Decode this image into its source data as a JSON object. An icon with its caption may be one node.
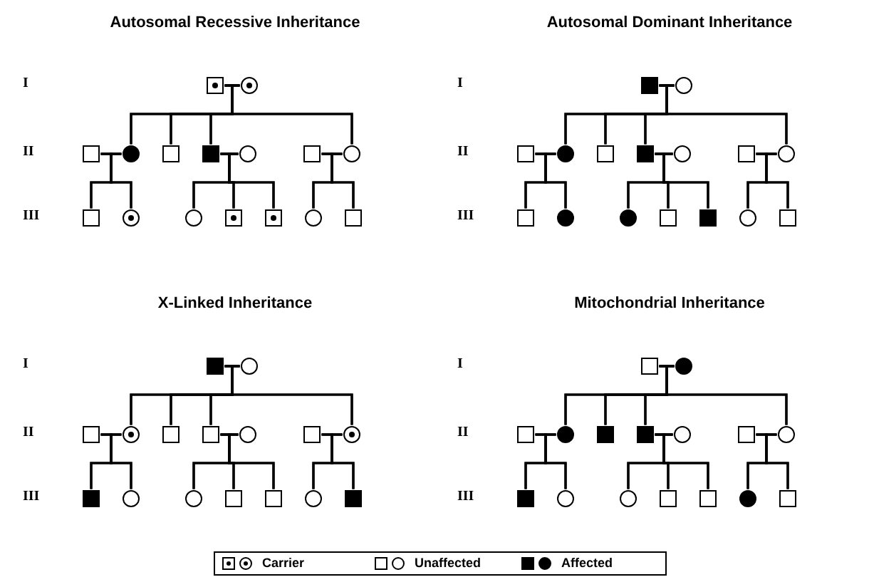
{
  "diagram": {
    "nodes": [
      {
        "text": [],
        "shape": "box"
      },
      {
        "text": [],
        "shape": "circle"
      },
      {
        "text": [],
        "shape": "box"
      },
      {
        "text": [],
        "shape": "circle"
      },
      {
        "text": [],
        "shape": "box"
      },
      {
        "text": [],
        "shape": "box"
      },
      {
        "text": [],
        "shape": "circle"
      },
      {
        "text": [],
        "shape": "box"
      },
      {
        "text": [],
        "shape": "circle"
      },
      {
        "text": [],
        "shape": "box"
      },
      {
        "text": [],
        "shape": "circle"
      },
      {
        "text": [],
        "shape": "circle"
      },
      {
        "text": [],
        "shape": "box"
      },
      {
        "text": [],
        "shape": "box"
      },
      {
        "text": [],
        "shape": "circle"
      },
      {
        "text": [],
        "shape": "box"
      },
      {
        "text": [],
        "shape": "box"
      },
      {
        "text": [],
        "shape": "circle"
      },
      {
        "text": [],
        "shape": "box"
      },
      {
        "text": [],
        "shape": "circle"
      },
      {
        "text": [],
        "shape": "box"
      },
      {
        "text": [],
        "shape": "box"
      },
      {
        "text": [],
        "shape": "circle"
      },
      {
        "text": [],
        "shape": "box"
      },
      {
        "text": [],
        "shape": "circle"
      },
      {
        "text": [],
        "shape": "box"
      },
      {
        "text": [],
        "shape": "circle"
      },
      {
        "text": [],
        "shape": "circle"
      },
      {
        "text": [],
        "shape": "box"
      },
      {
        "text": [],
        "shape": "box"
      },
      {
        "text": [],
        "shape": "circle"
      },
      {
        "text": [],
        "shape": "box"
      },
      {
        "text": [],
        "shape": "box"
      },
      {
        "text": [],
        "shape": "circle"
      },
      {
        "text": [],
        "shape": "box"
      },
      {
        "text": [],
        "shape": "circle"
      },
      {
        "text": [],
        "shape": "box"
      },
      {
        "text": [],
        "shape": "box"
      },
      {
        "text": [],
        "shape": "circle"
      },
      {
        "text": [],
        "shape": "box"
      },
      {
        "text": [],
        "shape": "circle"
      },
      {
        "text": [],
        "shape": "box"
      },
      {
        "text": [],
        "shape": "circle"
      },
      {
        "text": [],
        "shape": "circle"
      },
      {
        "text": [],
        "shape": "box"
      },
      {
        "text": [],
        "shape": "box"
      },
      {
        "text": [],
        "shape": "circle"
      },
      {
        "text": [],
        "shape": "box"
      },
      {
        "text": [],
        "shape": "box"
      },
      {
        "text": [],
        "shape": "circle"
      },
      {
        "text": [],
        "shape": "box"
      },
      {
        "text": [],
        "shape": "circle"
      },
      {
        "text": [],
        "shape": "box"
      },
      {
        "text": [],
        "shape": "box"
      },
      {
        "text": [],
        "shape": "circle"
      },
      {
        "text": [],
        "shape": "box"
      },
      {
        "text": [],
        "shape": "circle"
      },
      {
        "text": [],
        "shape": "box"
      },
      {
        "text": [],
        "shape": "circle"
      },
      {
        "text": [],
        "shape": "circle"
      },
      {
        "text": [],
        "shape": "box"
      },
      {
        "text": [],
        "shape": "box"
      },
      {
        "text": [],
        "shape": "circle"
      },
      {
        "text": [],
        "shape": "box"
      }
    ],
    "edges": [
      {
        "from": 0,
        "to": 1,
        "arrow": "none"
      },
      {
        "from": 0,
        "to": 3,
        "arrow": "none"
      },
      {
        "from": 0,
        "to": 4,
        "arrow": "none"
      },
      {
        "from": 0,
        "to": 5,
        "arrow": "none"
      },
      {
        "from": 0,
        "to": 8,
        "arrow": "none"
      },
      {
        "from": 1,
        "to": 3,
        "arrow": "none"
      },
      {
        "from": 1,
        "to": 4,
        "arrow": "none"
      },
      {
        "from": 1,
        "to": 5,
        "arrow": "none"
      },
      {
        "from": 1,
        "to": 8,
        "arrow": "none"
      },
      {
        "from": 2,
        "to": 3,
        "arrow": "none"
      },
      {
        "from": 2,
        "to": 9,
        "arrow": "none"
      },
      {
        "from": 2,
        "to": 10,
        "arrow": "none"
      },
      {
        "from": 3,
        "to": 9,
        "arrow": "none"
      },
      {
        "from": 3,
        "to": 10,
        "arrow": "none"
      },
      {
        "from": 5,
        "to": 6,
        "arrow": "none"
      },
      {
        "from": 5,
        "to": 11,
        "arrow": "none"
      },
      {
        "from": 5,
        "to": 12,
        "arrow": "none"
      },
      {
        "from": 5,
        "to": 13,
        "arrow": "none"
      },
      {
        "from": 6,
        "to": 11,
        "arrow": "none"
      },
      {
        "from": 6,
        "to": 12,
        "arrow": "none"
      },
      {
        "from": 6,
        "to": 13,
        "arrow": "none"
      },
      {
        "from": 7,
        "to": 8,
        "arrow": "none"
      },
      {
        "from": 7,
        "to": 14,
        "arrow": "none"
      },
      {
        "from": 7,
        "to": 15,
        "arrow": "none"
      },
      {
        "from": 8,
        "to": 14,
        "arrow": "none"
      },
      {
        "from": 8,
        "to": 15,
        "arrow": "none"
      },
      {
        "from": 16,
        "to": 17,
        "arrow": "none"
      },
      {
        "from": 16,
        "to": 19,
        "arrow": "none"
      },
      {
        "from": 16,
        "to": 20,
        "arrow": "none"
      },
      {
        "from": 16,
        "to": 21,
        "arrow": "none"
      },
      {
        "from": 16,
        "to": 24,
        "arrow": "none"
      },
      {
        "from": 17,
        "to": 19,
        "arrow": "none"
      },
      {
        "from": 17,
        "to": 20,
        "arrow": "none"
      },
      {
        "from": 17,
        "to": 21,
        "arrow": "none"
      },
      {
        "from": 17,
        "to": 24,
        "arrow": "none"
      },
      {
        "from": 18,
        "to": 19,
        "arrow": "none"
      },
      {
        "from": 18,
        "to": 25,
        "arrow": "none"
      },
      {
        "from": 18,
        "to": 26,
        "arrow": "none"
      },
      {
        "from": 19,
        "to": 25,
        "arrow": "none"
      },
      {
        "from": 19,
        "to": 26,
        "arrow": "none"
      },
      {
        "from": 21,
        "to": 22,
        "arrow": "none"
      },
      {
        "from": 21,
        "to": 27,
        "arrow": "none"
      },
      {
        "from": 21,
        "to": 28,
        "arrow": "none"
      },
      {
        "from": 21,
        "to": 29,
        "arrow": "none"
      },
      {
        "from": 22,
        "to": 27,
        "arrow": "none"
      },
      {
        "from": 22,
        "to": 28,
        "arrow": "none"
      },
      {
        "from": 22,
        "to": 29,
        "arrow": "none"
      },
      {
        "from": 23,
        "to": 24,
        "arrow": "none"
      },
      {
        "from": 23,
        "to": 30,
        "arrow": "none"
      },
      {
        "from": 23,
        "to": 31,
        "arrow": "none"
      },
      {
        "from": 24,
        "to": 30,
        "arrow": "none"
      },
      {
        "from": 24,
        "to": 31,
        "arrow": "none"
      },
      {
        "from": 32,
        "to": 33,
        "arrow": "none"
      },
      {
        "from": 32,
        "to": 35,
        "arrow": "none"
      },
      {
        "from": 32,
        "to": 36,
        "arrow": "none"
      },
      {
        "from": 32,
        "to": 37,
        "arrow": "none"
      },
      {
        "from": 32,
        "to": 40,
        "arrow": "none"
      },
      {
        "from": 33,
        "to": 35,
        "arrow": "none"
      },
      {
        "from": 33,
        "to": 36,
        "arrow": "none"
      },
      {
        "from": 33,
        "to": 37,
        "arrow": "none"
      },
      {
        "from": 33,
        "to": 40,
        "arrow": "none"
      },
      {
        "from": 34,
        "to": 35,
        "arrow": "none"
      },
      {
        "from": 34,
        "to": 41,
        "arrow": "none"
      },
      {
        "from": 34,
        "to": 42,
        "arrow": "none"
      },
      {
        "from": 35,
        "to": 41,
        "arrow": "none"
      },
      {
        "from": 35,
        "to": 42,
        "arrow": "none"
      },
      {
        "from": 37,
        "to": 38,
        "arrow": "none"
      },
      {
        "from": 37,
        "to": 43,
        "arrow": "none"
      },
      {
        "from": 37,
        "to": 44,
        "arrow": "none"
      },
      {
        "from": 37,
        "to": 45,
        "arrow": "none"
      },
      {
        "from": 38,
        "to": 43,
        "arrow": "none"
      },
      {
        "from": 38,
        "to": 44,
        "arrow": "none"
      },
      {
        "from": 38,
        "to": 45,
        "arrow": "none"
      },
      {
        "from": 39,
        "to": 40,
        "arrow": "none"
      },
      {
        "from": 39,
        "to": 46,
        "arrow": "none"
      },
      {
        "from": 39,
        "to": 47,
        "arrow": "none"
      },
      {
        "from": 40,
        "to": 46,
        "arrow": "none"
      },
      {
        "from": 40,
        "to": 47,
        "arrow": "none"
      },
      {
        "from": 48,
        "to": 49,
        "arrow": "none"
      },
      {
        "from": 48,
        "to": 51,
        "arrow": "none"
      },
      {
        "from": 48,
        "to": 52,
        "arrow": "none"
      },
      {
        "from": 48,
        "to": 53,
        "arrow": "none"
      },
      {
        "from": 48,
        "to": 56,
        "arrow": "none"
      },
      {
        "from": 49,
        "to": 51,
        "arrow": "none"
      },
      {
        "from": 49,
        "to": 52,
        "arrow": "none"
      },
      {
        "from": 49,
        "to": 53,
        "arrow": "none"
      },
      {
        "from": 49,
        "to": 56,
        "arrow": "none"
      },
      {
        "from": 50,
        "to": 51,
        "arrow": "none"
      },
      {
        "from": 50,
        "to": 57,
        "arrow": "none"
      },
      {
        "from": 50,
        "to": 58,
        "arrow": "none"
      },
      {
        "from": 51,
        "to": 57,
        "arrow": "none"
      },
      {
        "from": 51,
        "to": 58,
        "arrow": "none"
      },
      {
        "from": 53,
        "to": 54,
        "arrow": "none"
      },
      {
        "from": 53,
        "to": 59,
        "arrow": "none"
      },
      {
        "from": 53,
        "to": 60,
        "arrow": "none"
      },
      {
        "from": 53,
        "to": 61,
        "arrow": "none"
      },
      {
        "from": 54,
        "to": 59,
        "arrow": "none"
      },
      {
        "from": 54,
        "to": 60,
        "arrow": "none"
      },
      {
        "from": 54,
        "to": 61,
        "arrow": "none"
      },
      {
        "from": 55,
        "to": 56,
        "arrow": "none"
      },
      {
        "from": 55,
        "to": 62,
        "arrow": "none"
      },
      {
        "from": 55,
        "to": 63,
        "arrow": "none"
      },
      {
        "from": 56,
        "to": 62,
        "arrow": "none"
      },
      {
        "from": 56,
        "to": 63,
        "arrow": "none"
      }
    ],
    "labels": [
      "Autosomal Recessive Inheritance",
      "I",
      "II",
      "III",
      "Autosomal Dominant Inheritance",
      "I",
      "II",
      "III",
      "X-Linked Inheritance",
      "I",
      "II",
      "III",
      "Mitochondrial Inheritance",
      "I",
      "II",
      "III"
    ],
    "legend": [
      {
        "text": "Carrier"
      },
      {
        "text": "Unaffected"
      },
      {
        "text": "Affected"
      }
    ]
  }
}
